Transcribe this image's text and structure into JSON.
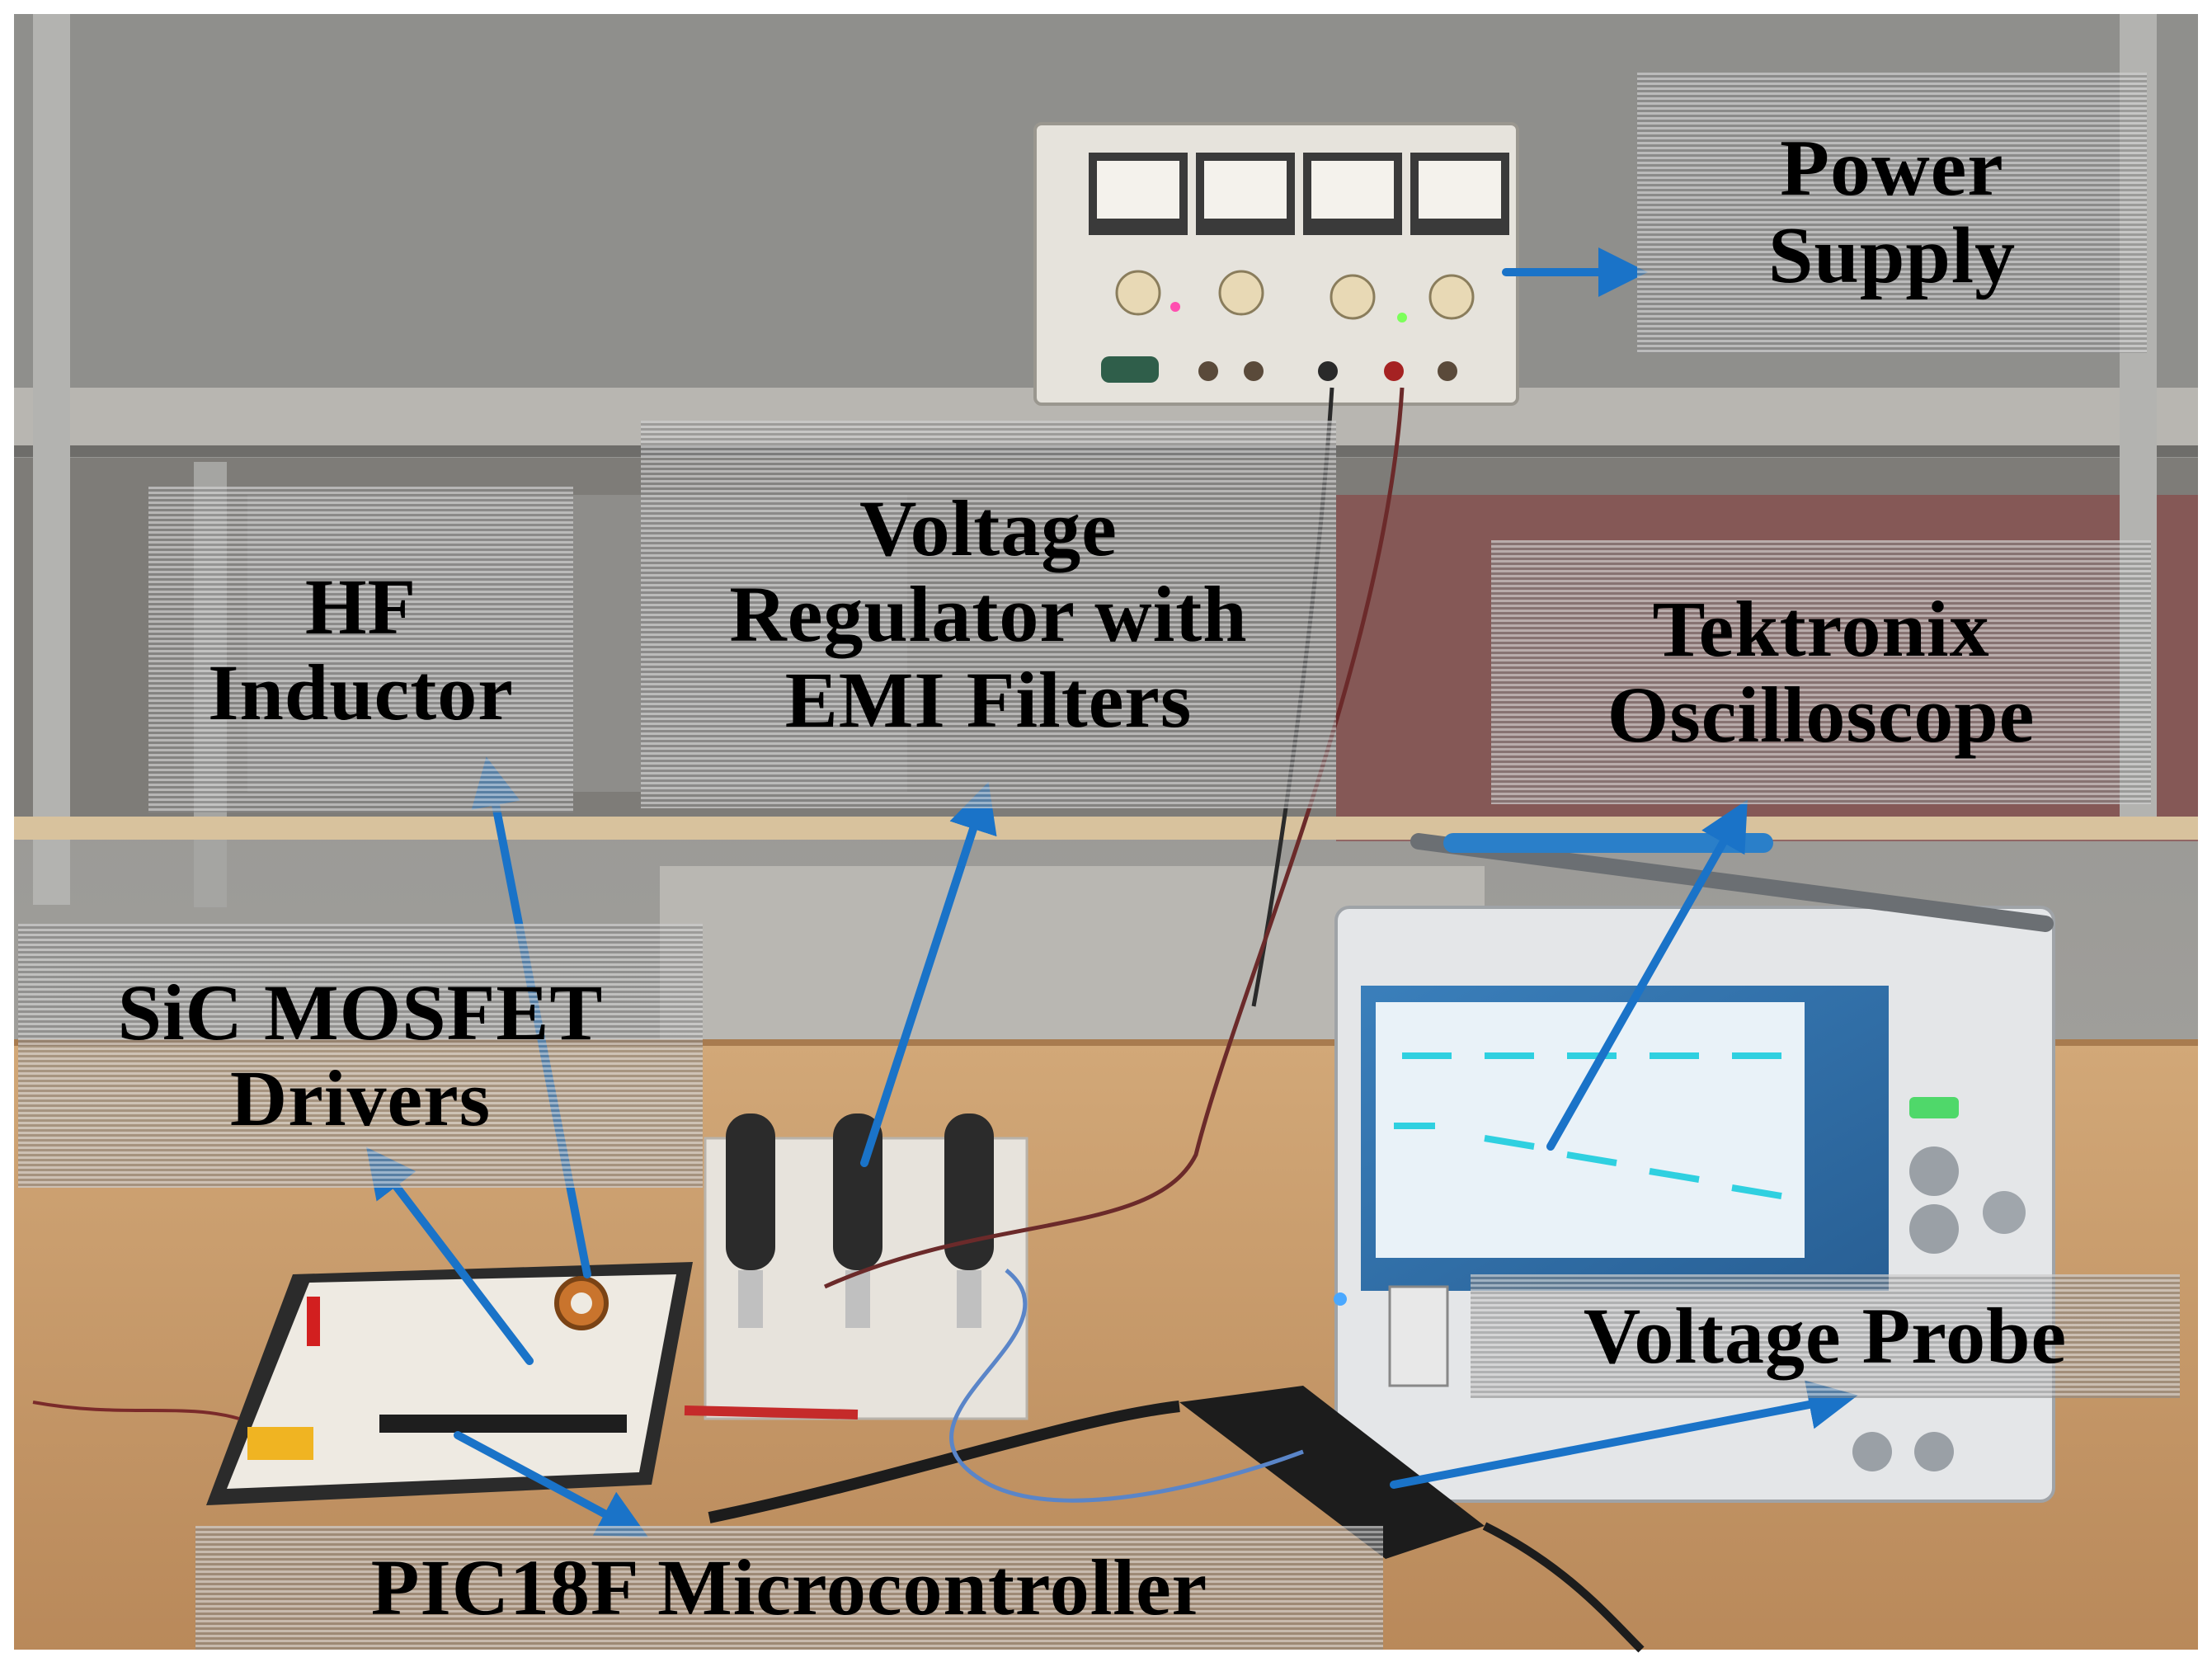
{
  "labels": {
    "power_supply": [
      "Power",
      "Supply"
    ],
    "voltage_regulator": [
      "Voltage",
      "Regulator with",
      "EMI Filters"
    ],
    "hf_inductor": [
      "HF",
      "Inductor"
    ],
    "tektronix_oscilloscope": [
      "Tektronix",
      "Oscilloscope"
    ],
    "sic_mosfet_drivers": [
      "SiC MOSFET",
      "Drivers"
    ],
    "voltage_probe": "Voltage Probe",
    "microcontroller": "PIC18F Microcontroller"
  },
  "colors": {
    "arrow": "#1a73c8",
    "label_text": "#000000",
    "bench_wood": "#c79a6b",
    "shelf_grey": "#9c9c9c",
    "oscilloscope_screen": "#2f6fa8",
    "scope_trace": "#2fd0e0"
  }
}
